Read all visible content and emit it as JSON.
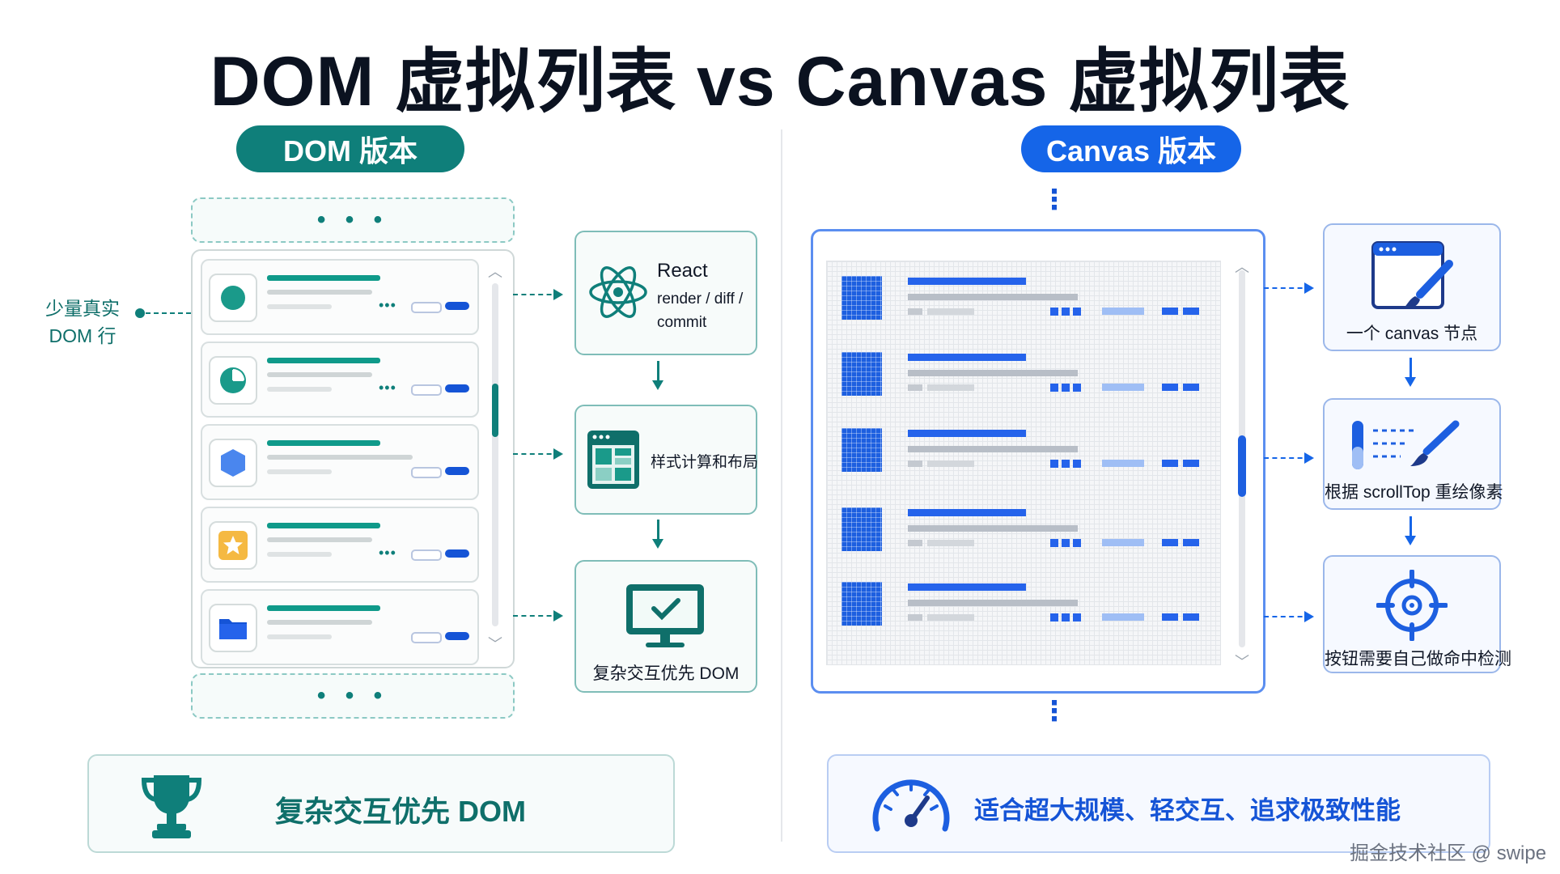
{
  "title": "DOM 虚拟列表 vs Canvas 虚拟列表",
  "dom": {
    "pill": "DOM 版本",
    "ellipsis": "• • •",
    "callout_line1": "少量真实",
    "callout_line2": "DOM 行",
    "steps": {
      "react_title": "React",
      "react_sub1": "render / diff /",
      "react_sub2": "commit",
      "style": "样式计算和布局",
      "interaction": "复杂交互优先 DOM"
    },
    "banner": "复杂交互优先 DOM"
  },
  "canvas": {
    "pill": "Canvas 版本",
    "steps": {
      "node": "一个 canvas 节点",
      "repaint": "根据 scrollTop 重绘像素",
      "hittest": "按钮需要自己做命中检测"
    },
    "banner": "适合超大规模、轻交互、追求极致性能"
  },
  "watermark": "掘金技术社区 @ swipe",
  "colors": {
    "dom_accent": "#0f7f7a",
    "canvas_accent": "#1565e8"
  },
  "icons": {
    "rows": [
      "circle-icon",
      "pie-chart-icon",
      "hexagon-icon",
      "star-icon",
      "folder-icon"
    ],
    "steps_dom": [
      "react-atom-icon",
      "layout-window-icon",
      "monitor-check-icon"
    ],
    "steps_canvas": [
      "canvas-brush-icon",
      "scroll-brush-icon",
      "crosshair-icon"
    ],
    "banners": [
      "trophy-icon",
      "speedometer-icon"
    ]
  }
}
